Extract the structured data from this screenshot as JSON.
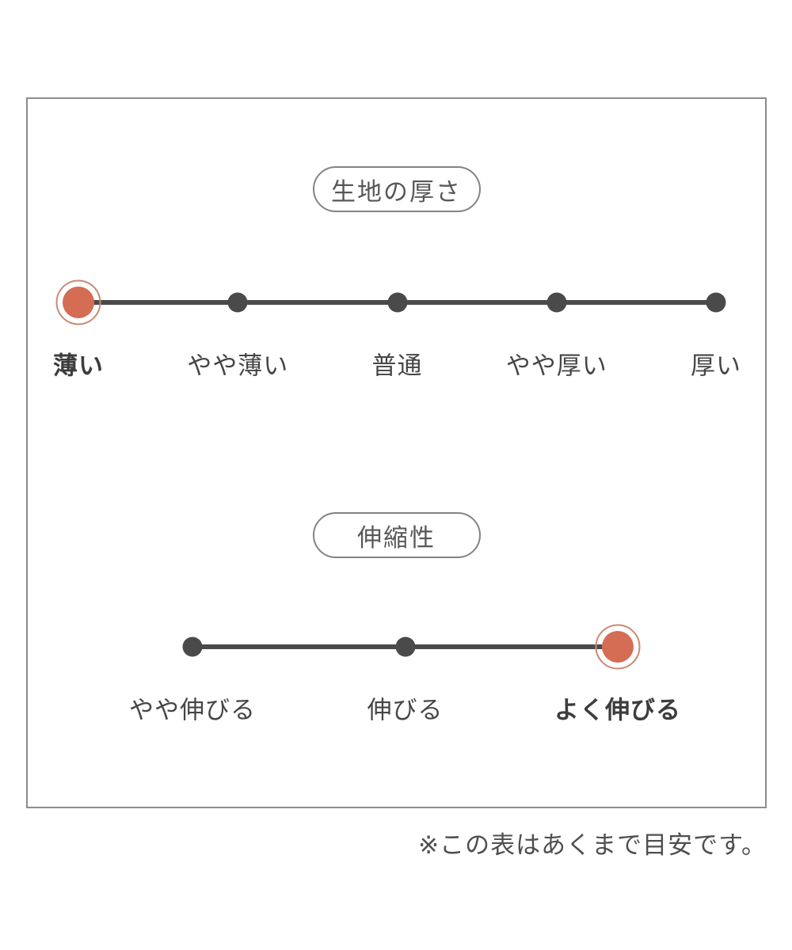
{
  "colors": {
    "accent": "#d56c54",
    "accent_ring": "#c98a72",
    "track": "#4a4a4a",
    "label": "#464646",
    "label_selected": "#3d3d3d",
    "pill_border": "#838383",
    "pill_text": "#585858",
    "box_border": "#8c8c8c",
    "note_text": "#4f4f4f"
  },
  "chart_data": [
    {
      "type": "scale",
      "title": "生地の厚さ",
      "options": [
        "薄い",
        "やや薄い",
        "普通",
        "やや厚い",
        "厚い"
      ],
      "selected_index": 0,
      "selected_option": "薄い",
      "legend_position": "none",
      "grid": false
    },
    {
      "type": "scale",
      "title": "伸縮性",
      "options": [
        "やや伸びる",
        "伸びる",
        "よく伸びる"
      ],
      "selected_index": 2,
      "selected_option": "よく伸びる",
      "legend_position": "none",
      "grid": false
    }
  ],
  "note": "※この表はあくまで目安です。"
}
